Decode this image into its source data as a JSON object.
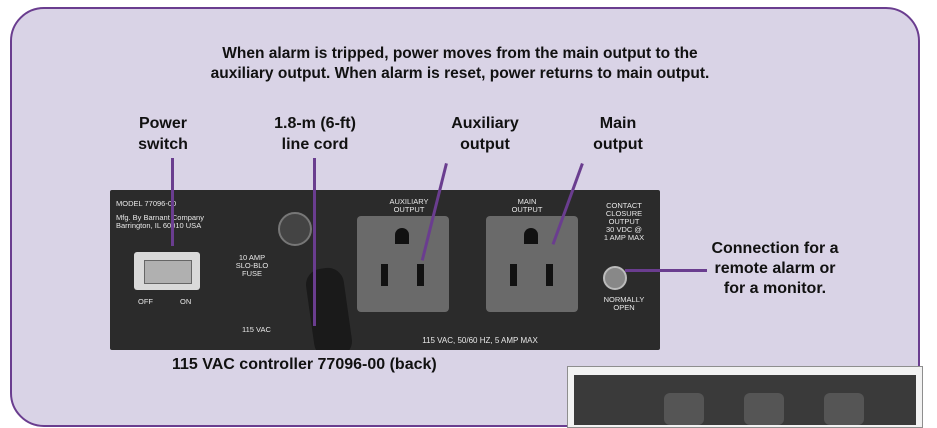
{
  "heading": {
    "line1": "When alarm is tripped, power moves from the main output to the",
    "line2": "auxiliary output. When alarm is reset, power returns to main output."
  },
  "labels": {
    "power_switch": [
      "Power",
      "switch"
    ],
    "line_cord": [
      "1.8-m (6-ft)",
      "line cord"
    ],
    "aux_output": [
      "Auxiliary",
      "output"
    ],
    "main_output": [
      "Main",
      "output"
    ],
    "connection": [
      "Connection for a",
      "remote alarm or",
      "for a monitor."
    ]
  },
  "device": {
    "model": "MODEL 77096-00",
    "mfg_line1": "Mfg. By Barnant Company",
    "mfg_line2": "Barrington, IL 60010 USA",
    "fuse": [
      "10 AMP",
      "SLO-BLO",
      "FUSE"
    ],
    "off": "OFF",
    "on": "ON",
    "aux_output": [
      "AUXILIARY",
      "OUTPUT"
    ],
    "main_output": [
      "MAIN",
      "OUTPUT"
    ],
    "contact": [
      "CONTACT",
      "CLOSURE",
      "OUTPUT",
      "30 VDC @",
      "1 AMP MAX"
    ],
    "normally_open": [
      "NORMALLY",
      "OPEN"
    ],
    "rating": "115 VAC, 50/60 Hz, 5 AMP MAX",
    "vac": "115 VAC"
  },
  "caption": "115 VAC controller 77096-00 (back)",
  "colors": {
    "accent": "#6a3d8f",
    "panel": "#d9d3e6"
  }
}
